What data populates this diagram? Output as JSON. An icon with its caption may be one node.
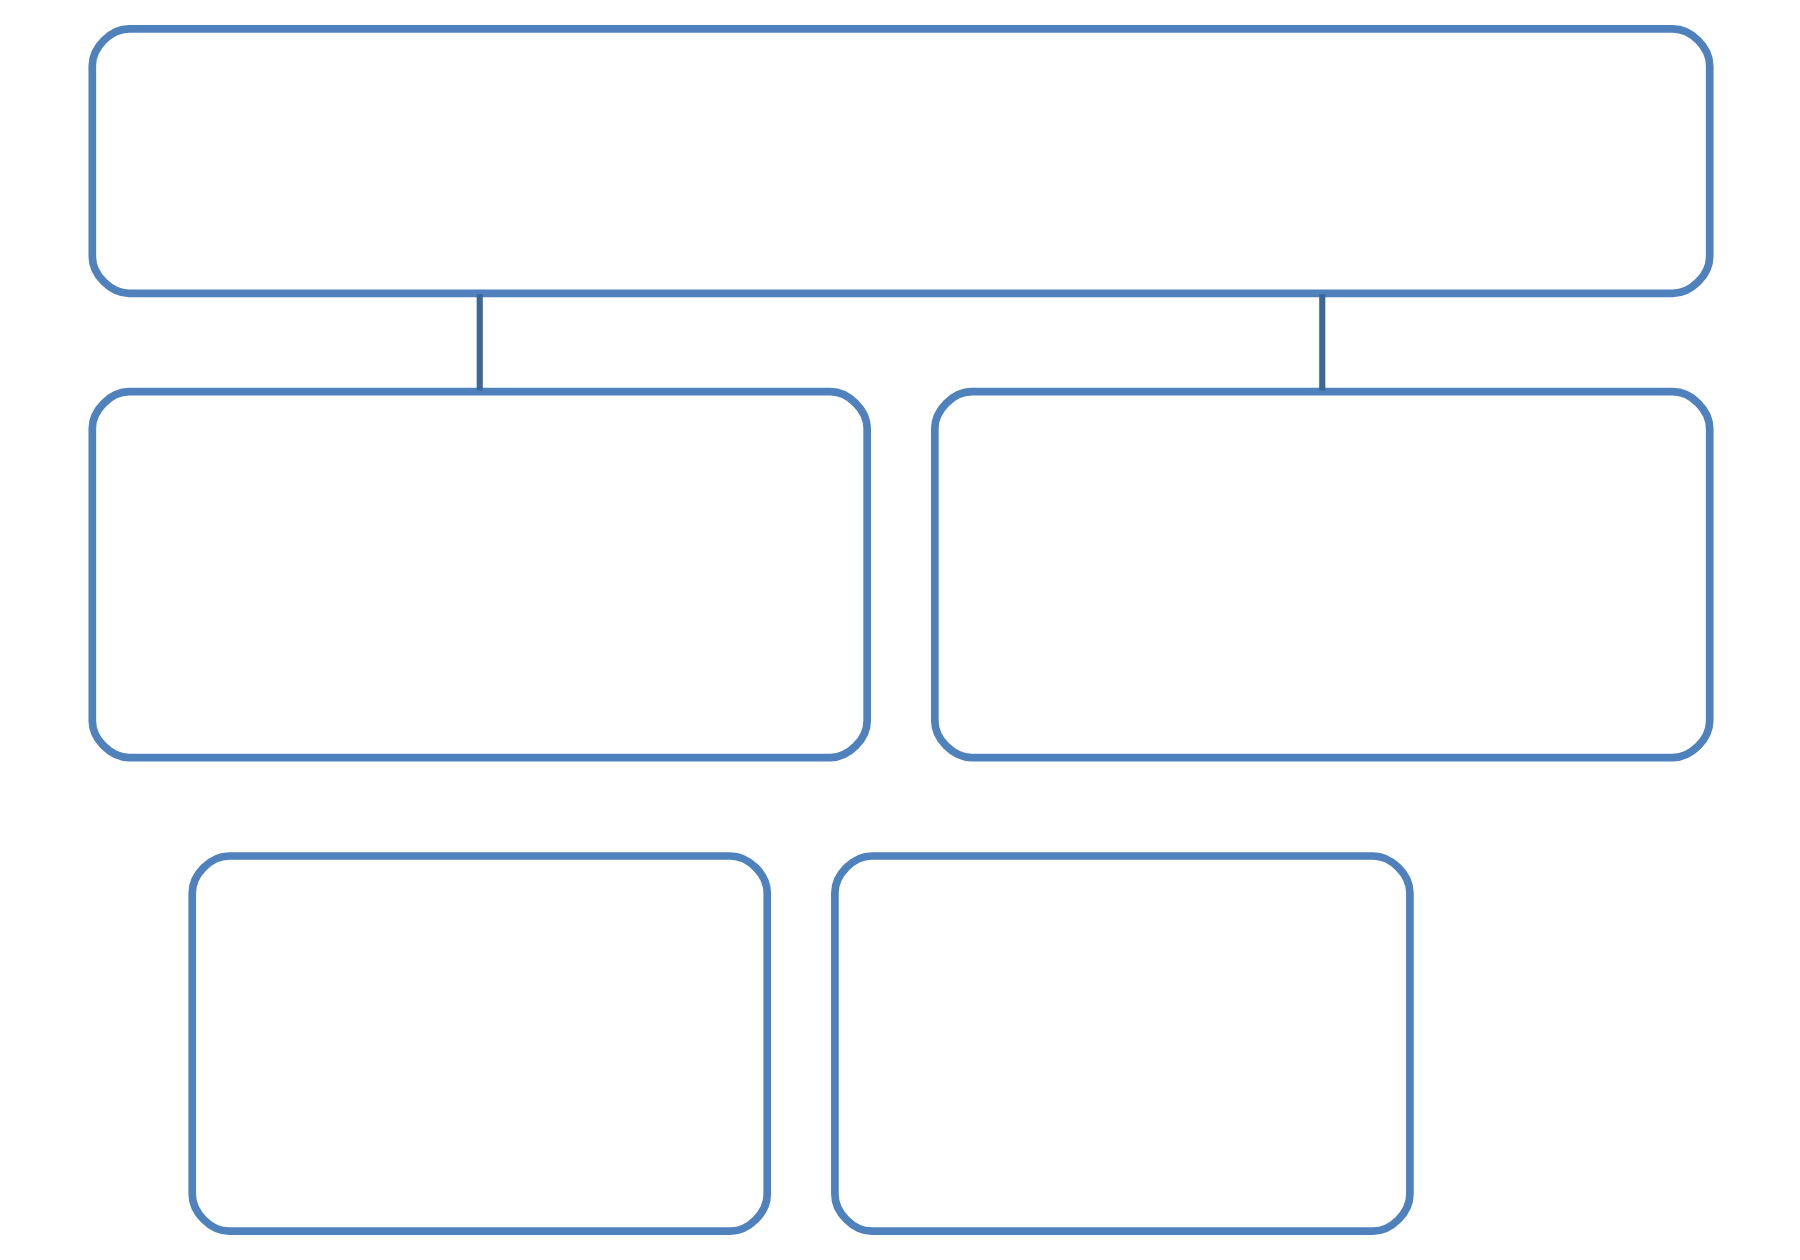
{
  "diagram": {
    "nodes": [
      {
        "text": [],
        "shape": "box"
      },
      {
        "text": [],
        "shape": "box"
      },
      {
        "text": [],
        "shape": "box"
      },
      {
        "text": [],
        "shape": "box"
      },
      {
        "text": [],
        "shape": "box"
      }
    ],
    "edges": [
      {
        "from": 0,
        "to": 1,
        "arrow": "none"
      },
      {
        "from": 0,
        "to": 2,
        "arrow": "none"
      }
    ]
  }
}
